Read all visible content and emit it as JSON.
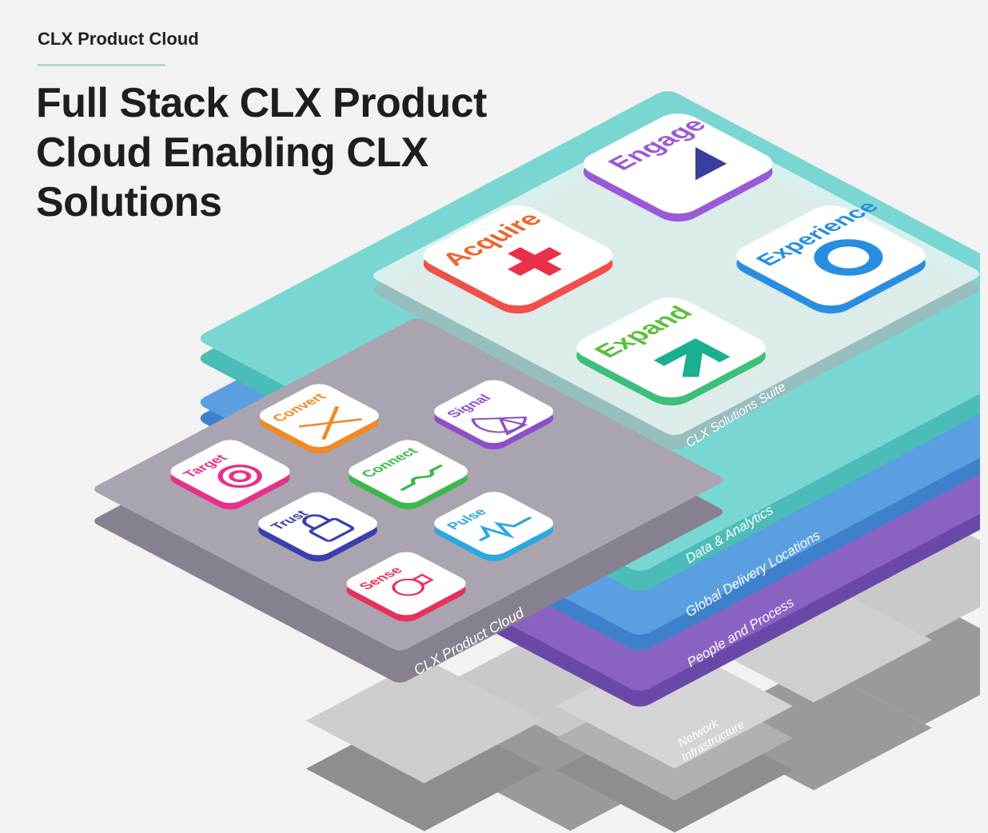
{
  "header": {
    "eyebrow": "CLX Product Cloud",
    "title": "Full Stack CLX Product Cloud Enabling CLX Solutions"
  },
  "solutions_suite": {
    "label": "CLX Solutions Suite",
    "tiles": [
      {
        "label": "Engage",
        "icon": "triangle-icon",
        "color": "#9a5ad6"
      },
      {
        "label": "Acquire",
        "icon": "plus-icon",
        "color": "#f0642c"
      },
      {
        "label": "Experience",
        "icon": "ring-icon",
        "color": "#2a8ee0"
      },
      {
        "label": "Expand",
        "icon": "arrow-up-icon",
        "color": "#5cbf3a"
      }
    ]
  },
  "product_cloud": {
    "label": "CLX Product Cloud",
    "tiles": [
      {
        "label": "Target",
        "icon": "target-icon",
        "color": "#e8308a"
      },
      {
        "label": "Convert",
        "icon": "convert-icon",
        "color": "#f08a24"
      },
      {
        "label": "Signal",
        "icon": "satellite-dish-icon",
        "color": "#8b4fc8"
      },
      {
        "label": "Connect",
        "icon": "connect-icon",
        "color": "#3cb84a"
      },
      {
        "label": "Trust",
        "icon": "lock-icon",
        "color": "#3a3fae"
      },
      {
        "label": "Pulse",
        "icon": "pulse-icon",
        "color": "#2ba8e0"
      },
      {
        "label": "Sense",
        "icon": "lightbulb-icon",
        "color": "#e8305a"
      }
    ]
  },
  "layers": [
    {
      "label": "Data & Analytics",
      "color": "#5fcdc8"
    },
    {
      "label": "Global Delivery Locations",
      "color": "#4a90d8"
    },
    {
      "label": "People and Process",
      "color": "#7a56b8"
    }
  ],
  "infrastructure": {
    "label_line1": "Network",
    "label_line2": "Infrastructure"
  }
}
